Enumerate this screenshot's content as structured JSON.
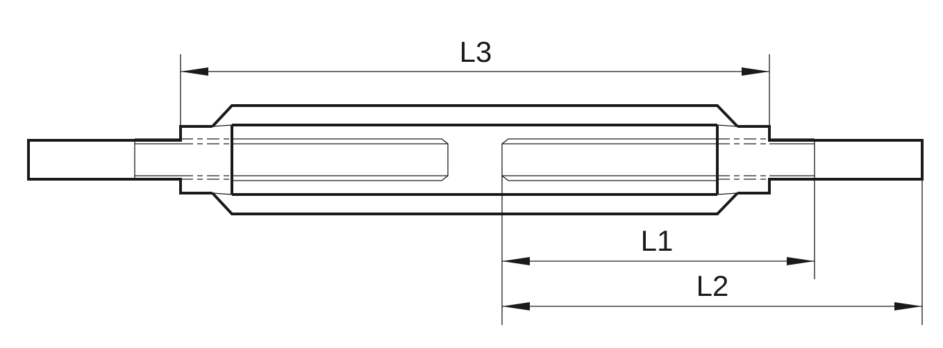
{
  "dimensions": {
    "l3": "L3",
    "l1": "L1",
    "l2": "L2"
  },
  "colors": {
    "line": "#1a1a1a",
    "background": "#ffffff"
  }
}
